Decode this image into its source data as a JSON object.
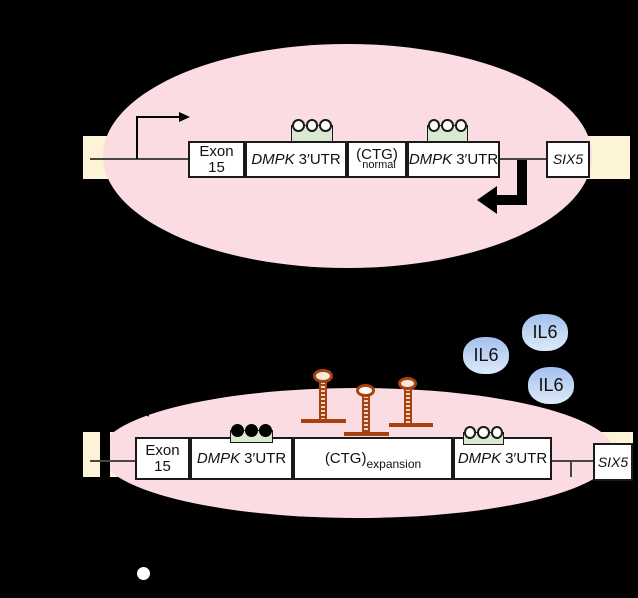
{
  "colors": {
    "background": "#000000",
    "chromatin_band": "#fdf3d7",
    "nucleus_ellipse": "#fbdce2",
    "cpg_island_green": "#d8e9d0",
    "hairpin_rust": "#a8430f",
    "il6_bubble_top": "#a3c0ee",
    "il6_bubble_bottom": "#dceafb",
    "box_fill": "#ffffff",
    "box_border": "#1a1a1a"
  },
  "panel_a": {
    "exon_line1": "Exon",
    "exon_line2": "15",
    "dmpk_gene": "DMPK",
    "utr_suffix": "3′UTR",
    "ctg_label": "(CTG)",
    "ctg_subscript": "normal",
    "six5_label": "SIX5"
  },
  "panel_b": {
    "exon_line1": "Exon",
    "exon_line2": "15",
    "dmpk_gene": "DMPK",
    "utr_suffix": "3′UTR",
    "ctg_label": "(CTG)",
    "ctg_subscript": "expansion",
    "six5_label": "SIX5",
    "il6_labels": [
      "IL6",
      "IL6",
      "IL6"
    ]
  }
}
